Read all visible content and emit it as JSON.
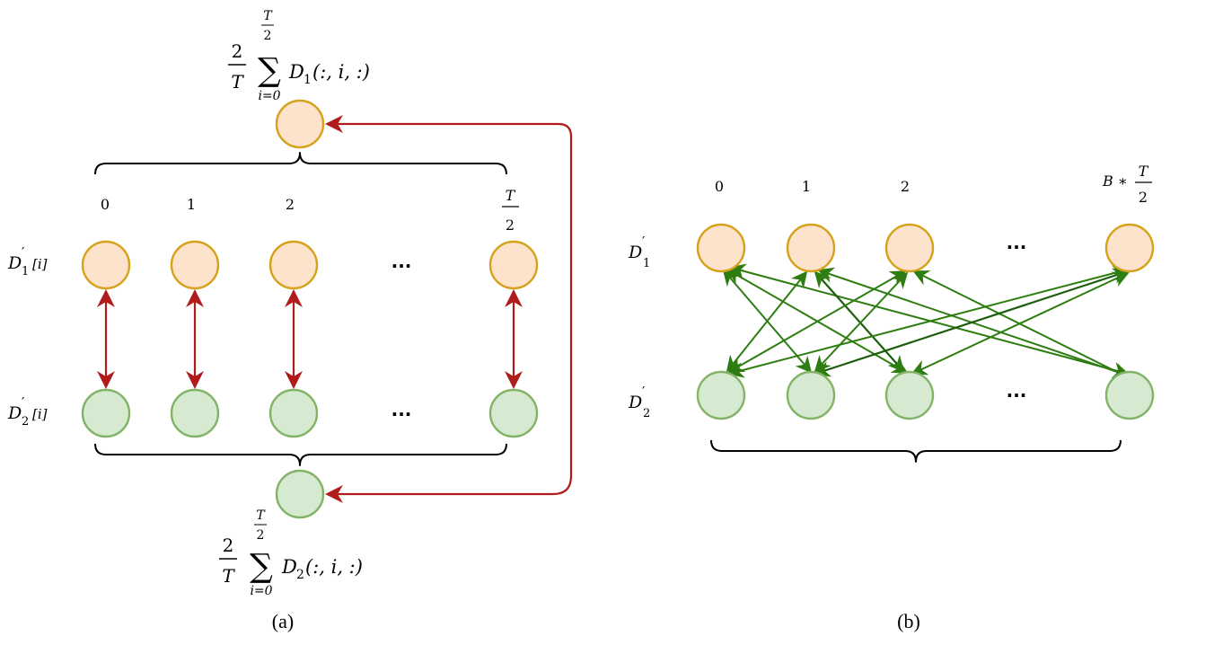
{
  "panel_a": {
    "caption": "(a)",
    "index_labels": [
      "0",
      "1",
      "2"
    ],
    "last_index_num": "T",
    "last_index_den": "2",
    "row1_label_main": "D",
    "row1_label_sub": "1",
    "row1_label_suffix": "[i]",
    "row2_label_main": "D",
    "row2_label_sub": "2",
    "row2_label_suffix": "[i]",
    "ellipsis": "...",
    "top_formula": {
      "frac_num": "2",
      "frac_den": "T",
      "upper_num": "T",
      "upper_den": "2",
      "lower": "i=0",
      "sigma": "∑",
      "body": "D",
      "body_sub": "1",
      "body_args": "(:, i, :)"
    },
    "bottom_formula": {
      "frac_num": "2",
      "frac_den": "T",
      "upper_num": "T",
      "upper_den": "2",
      "lower": "i=0",
      "sigma": "∑",
      "body": "D",
      "body_sub": "2",
      "body_args": "(:, i, :)"
    }
  },
  "panel_b": {
    "caption": "(b)",
    "index_labels": [
      "0",
      "1",
      "2"
    ],
    "last_index_prefix": "B ∗",
    "last_index_num": "T",
    "last_index_den": "2",
    "row1_label_main": "D",
    "row1_label_sub": "1",
    "row2_label_main": "D",
    "row2_label_sub": "2",
    "ellipsis": "..."
  },
  "colors": {
    "orange_fill": "#fde2cc",
    "orange_stroke": "#d6a21b",
    "green_fill": "#d6ead2",
    "green_stroke": "#82b366",
    "red_arrow": "#b01c1c",
    "green_arrow": "#2e7d10"
  }
}
